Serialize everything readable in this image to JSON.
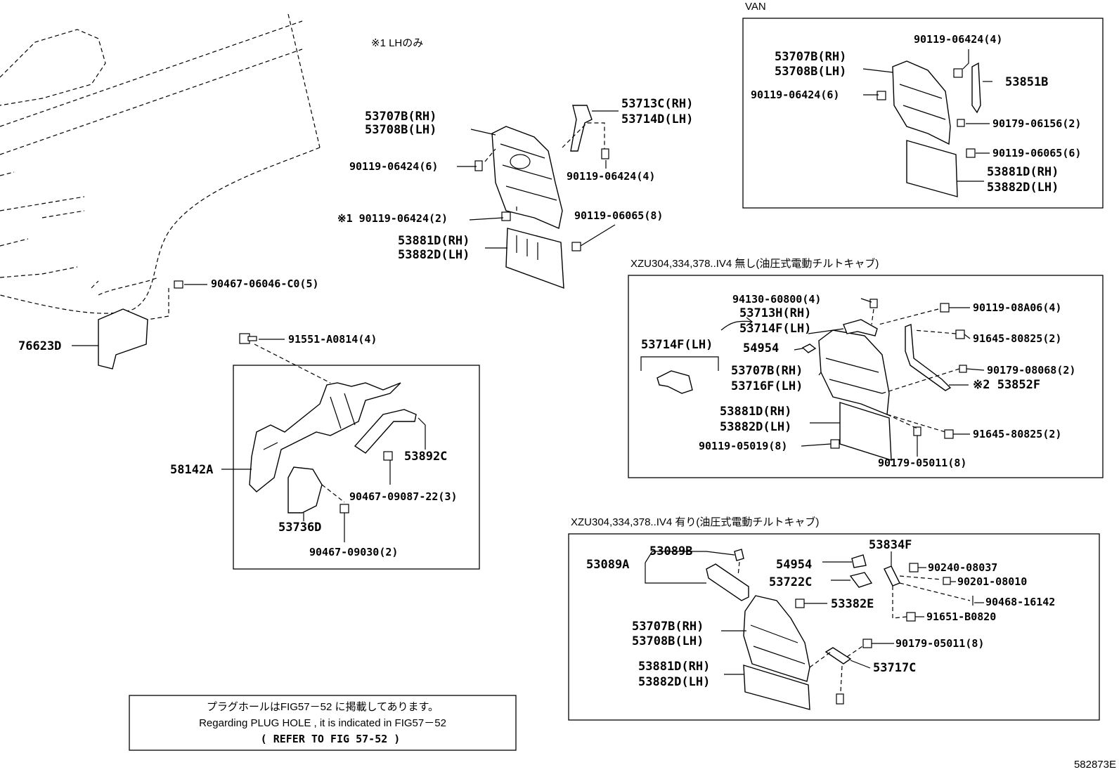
{
  "left_area": {
    "note": "※1 LHのみ",
    "parts": {
      "p1a": "53707B(RH)",
      "p1b": "53708B(LH)",
      "p2a": "53713C(RH)",
      "p2b": "53714D(LH)",
      "p3": "90119-06424(6)",
      "p4": "90119-06424(4)",
      "p5": "※1 90119-06424(2)",
      "p6": "90119-06065(8)",
      "p7a": "53881D(RH)",
      "p7b": "53882D(LH)",
      "p8": "90467-06046-C0(5)",
      "p9": "76623D"
    }
  },
  "frame_box": {
    "parts": {
      "p1": "91551-A0814(4)",
      "p2": "58142A",
      "p3": "53892C",
      "p4": "90467-09087-22(3)",
      "p5": "53736D",
      "p6": "90467-09030(2)"
    }
  },
  "van_box": {
    "title": "VAN",
    "parts": {
      "p1": "90119-06424(4)",
      "p2a": "53707B(RH)",
      "p2b": "53708B(LH)",
      "p3": "53851B",
      "p4": "90119-06424(6)",
      "p5": "90179-06156(2)",
      "p6": "90119-06065(6)",
      "p7a": "53881D(RH)",
      "p7b": "53882D(LH)"
    }
  },
  "without_box": {
    "title": "XZU304,334,378..IV4 無し(油圧式電動チルトキャブ)",
    "parts": {
      "p1": "94130-60800(4)",
      "p2a": "53713H(RH)",
      "p2b": "53714F(LH)",
      "p3": "90119-08A06(4)",
      "p4": "53714F(LH)",
      "p5": "54954",
      "p6": "91645-80825(2)",
      "p7": "90179-08068(2)",
      "p8a": "53707B(RH)",
      "p8b": "53716F(LH)",
      "p9": "※2 53852F",
      "p10a": "53881D(RH)",
      "p10b": "53882D(LH)",
      "p11": "91645-80825(2)",
      "p12": "90119-05019(8)",
      "p13": "90179-05011(8)"
    }
  },
  "with_box": {
    "title": "XZU304,334,378..IV4 有り(油圧式電動チルトキャブ)",
    "parts": {
      "p1": "53089B",
      "p2": "53089A",
      "p3": "53834F",
      "p4": "54954",
      "p5": "90240-08037",
      "p6": "53722C",
      "p7": "90201-08010",
      "p8": "90468-16142",
      "p9": "53382E",
      "p10": "91651-B0820",
      "p11a": "53707B(RH)",
      "p11b": "53708B(LH)",
      "p12": "90179-05011(8)",
      "p13": "53717C",
      "p14a": "53881D(RH)",
      "p14b": "53882D(LH)"
    }
  },
  "note_box": {
    "line1": "プラグホールはFIG57－52 に掲載してあります。",
    "line2": "Regarding  PLUG HOLE , it is indicated in FIG57－52",
    "line3": "( REFER TO FIG 57-52  )"
  },
  "figure_id": "582873E"
}
